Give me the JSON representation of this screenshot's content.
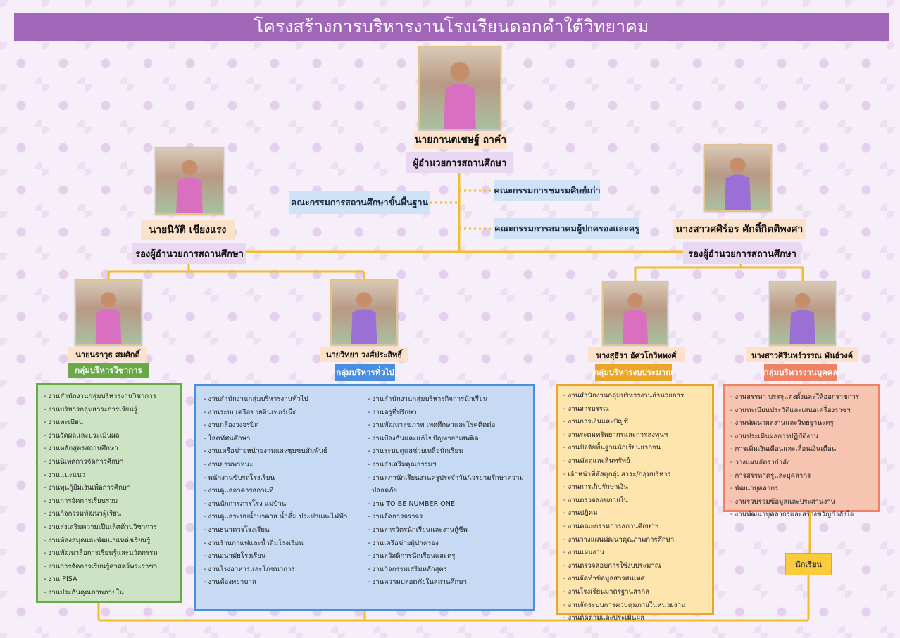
{
  "title": "โครงสร้างการบริหารงานโรงเรียนดอกคำใต้วิทยาคม",
  "colors": {
    "title_bg": "#a066b8",
    "connector": "#f2bd2b",
    "academic": "#6aaa46",
    "general": "#4a8ee0",
    "budget": "#eba62a",
    "personnel": "#ee8262",
    "student": "#fccb3c"
  },
  "director": {
    "name": "นายกานตเชษฐ์ ถาคำ",
    "position": "ผู้อำนวยการสถานศึกษา",
    "icon": "person-photo"
  },
  "committees": {
    "basic_education": "คณะกรรมการสถานศึกษาขั้นพื้นฐาน",
    "alumni": "คณะกรรมการชมรมศิษย์เก่า",
    "parents_teachers": "คณะกรรมการสมาคมผู้ปกครองและครู"
  },
  "deputies": [
    {
      "name": "นายนิวัติ เชียงแรง",
      "position": "รองผู้อำนวยการสถานศึกษา"
    },
    {
      "name": "นางสาวศศิร์อร ศักดิ์กิตติพงศา",
      "position": "รองผู้อำนวยการสถานศึกษา"
    }
  ],
  "groups": {
    "academic": {
      "head": "นายนราวุธ สมศักดิ์",
      "label": "กลุ่มบริหารวิชาการ",
      "items": [
        "งานสำนักงานกลุ่มบริหารงานวิชาการ",
        "งานบริหารกลุ่มสาระการเรียนรู้",
        "งานทะเบียน",
        "งานวัดผลและประเมินผล",
        "งานหลักสูตรสถานศึกษา",
        "งานนิเทศการจัดการศึกษา",
        "งานแนะแนว",
        "งานทุนกู้ยืมเงินเพื่อการศึกษา",
        "งานการจัดการเรียนรวม",
        "งานกิจกรรมพัฒนาผู้เรียน",
        "งานส่งเสริมความเป็นเลิศด้านวิชาการ",
        "งานห้องสมุดและพัฒนาแหล่งเรียนรู้",
        "งานพัฒนาสื่อการเรียนรู้และนวัตกรรม",
        "งานการจัดการเรียนรู้ศาสตร์พระราชา",
        "งาน PISA",
        "งานประกันคุณภาพภายใน"
      ]
    },
    "general": {
      "head": "นายวิทยา วงศ์ประสิทธิ์",
      "label": "กลุ่มบริหารทั่วไป",
      "items_left": [
        "งานสำนักงานกลุ่มบริหารงานทั่วไป",
        "งานระบบเครือข่ายอินเทอร์เน็ต",
        "งานกล้องวงจรปิด",
        "โสตทัศนศึกษา",
        "งานเครือข่ายหน่วยงานและชุมชนสัมพันธ์",
        "งานยานพาหนะ",
        "พนักงานขับรถโรงเรียน",
        "งานดูแลอาคารสถานที่",
        "งานนักการภารโรง แม่บ้าน",
        "งานดูแลระบบน้ำบาดาล น้ำดื่ม ประปาและไฟฟ้า",
        "งานธนาคารโรงเรียน",
        "งานร้านกาแฟและน้ำดื่มโรงเรียน",
        "งานอนามัยโรงเรียน",
        "งานโรงอาหารและโภชนาการ",
        "งานห้องพยาบาล"
      ],
      "items_right": [
        "งานสำนักงานกลุ่มบริหารกิจการนักเรียน",
        "งานครูที่ปรึกษา",
        "งานพัฒนาสุขภาพ เพศศึกษาและโรคติดต่อ",
        "งานป้องกันและแก้ไขปัญหายาเสพติด",
        "งานระบบดูแลช่วยเหลือนักเรียน",
        "งานส่งเสริมคุณธรรมฯ",
        "งานสภานักเรียนงานครูประจำวัน/เวรยามรักษาความ",
        "ปลอดภัย",
        "งาน TO BE NUMBER ONE",
        "งานจัดการจราจร",
        "งานสารวัตรนักเรียนและงานกู้ชีพ",
        "งานเครือข่ายผู้ปกครอง",
        "งานสวัสดิการนักเรียนและครู",
        "งานกิจกรรมเสริมหลักสูตร",
        "งานความปลอดภัยในสถานศึกษา"
      ]
    },
    "budget": {
      "head": "นางสุธีรา อัศวโกวิทพงศ์",
      "label": "กลุ่มบริหารงบประมาณ",
      "items": [
        "งานสำนักงานกลุ่มบริหารงานอำนวยการ",
        "งานสารบรรณ",
        "งานการเงินและบัญชี",
        "งานระดมทรัพยากรและการลงทุนฯ",
        "งานปัจจัยพื้นฐานนักเรียนยากจน",
        "งานพัสดุและสินทรัพย์",
        "เจ้าหน้าที่พัสดุกลุ่มสาระ/กลุ่มบริหาร",
        "งานการเก็บรักษาเงิน",
        "งานตรวจสอบภายใน",
        "งานปฏิคม",
        "งานคณะกรรมการสถานศึกษาฯ",
        "งานวางแผนพัฒนาคุณภาพการศึกษา",
        "งานแผนงาน",
        "งานตรวจสอบการใช้งบประมาณ",
        "งานจัดทำข้อมูลสารสนเทศ",
        "งานโรงเรียนมาตรฐานสากล",
        "งานจัดระบบการควบคุมภายในหน่วยงาน",
        "งานติดตามและประเมินผล"
      ]
    },
    "personnel": {
      "head": "นางสาวศิรินทร์วรรณ พันธ์วงค์",
      "label": "กลุ่มบริหารงานบุคคล",
      "items": [
        "งานสรรหา บรรจุแต่งตั้งและให้ออกราชการ",
        "งานทะเบียนประวัติและเสนอเครื่องราชฯ",
        "งานพัฒนาผลงานและวิทยฐานะครู",
        "งานประเมินผลการปฏิบัติงาน",
        "การเพิ่มเงินเดือนและเลื่อนเงินเดือน",
        "วางแผนอัตรากำลัง",
        "การสรรหาครูและบุคลากร",
        "พัฒนาบุคลากร",
        "งานรวบรวมข้อมูลและประสานงาน",
        "งานพัฒนาบุคลากรและสร้างขวัญกำลังใจ"
      ]
    }
  },
  "students": "นักเรียน"
}
